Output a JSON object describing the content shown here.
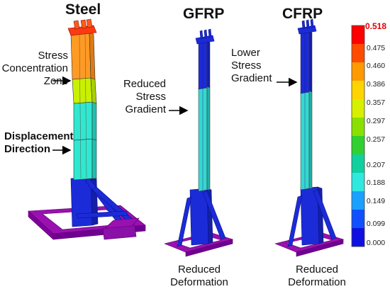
{
  "titles": {
    "steel": "Steel",
    "gfrp": "GFRP",
    "cfrp": "CFRP"
  },
  "annotations": {
    "stress_concentration": [
      "Stress",
      "Concentration",
      "Zone"
    ],
    "displacement_direction": [
      "Displacement",
      "Direction"
    ],
    "reduced_stress_gradient": [
      "Reduced",
      "Stress",
      "Gradient"
    ],
    "lower_stress_gradient": [
      "Lower",
      "Stress",
      "Gradient"
    ],
    "gfrp_reduced_deformation": [
      "Reduced",
      "Deformation"
    ],
    "cfrp_reduced_deformation": [
      "Reduced",
      "Deformation"
    ]
  },
  "legend": {
    "max_value": "0.518",
    "values": [
      "0.475",
      "0.460",
      "0.386",
      "0.357",
      "0.297",
      "0.257",
      "0.207",
      "0.188",
      "0.149",
      "0.099",
      "0.000"
    ],
    "colors": [
      "#ff0000",
      "#ff4a00",
      "#ff9a00",
      "#ffd400",
      "#d6f000",
      "#8ae000",
      "#30d030",
      "#10d0a0",
      "#30e8e0",
      "#1aa0ff",
      "#1050ff",
      "#1010e0"
    ]
  },
  "model_colors": {
    "steel_top": "#ff5a1e",
    "steel_upper": "#ff9a24",
    "steel_mid": "#c8f000",
    "steel_low": "#30e8d0",
    "base_blue": "#1c2bd8",
    "frp_column": "#35d8d0",
    "platform": "#9a10b0"
  }
}
